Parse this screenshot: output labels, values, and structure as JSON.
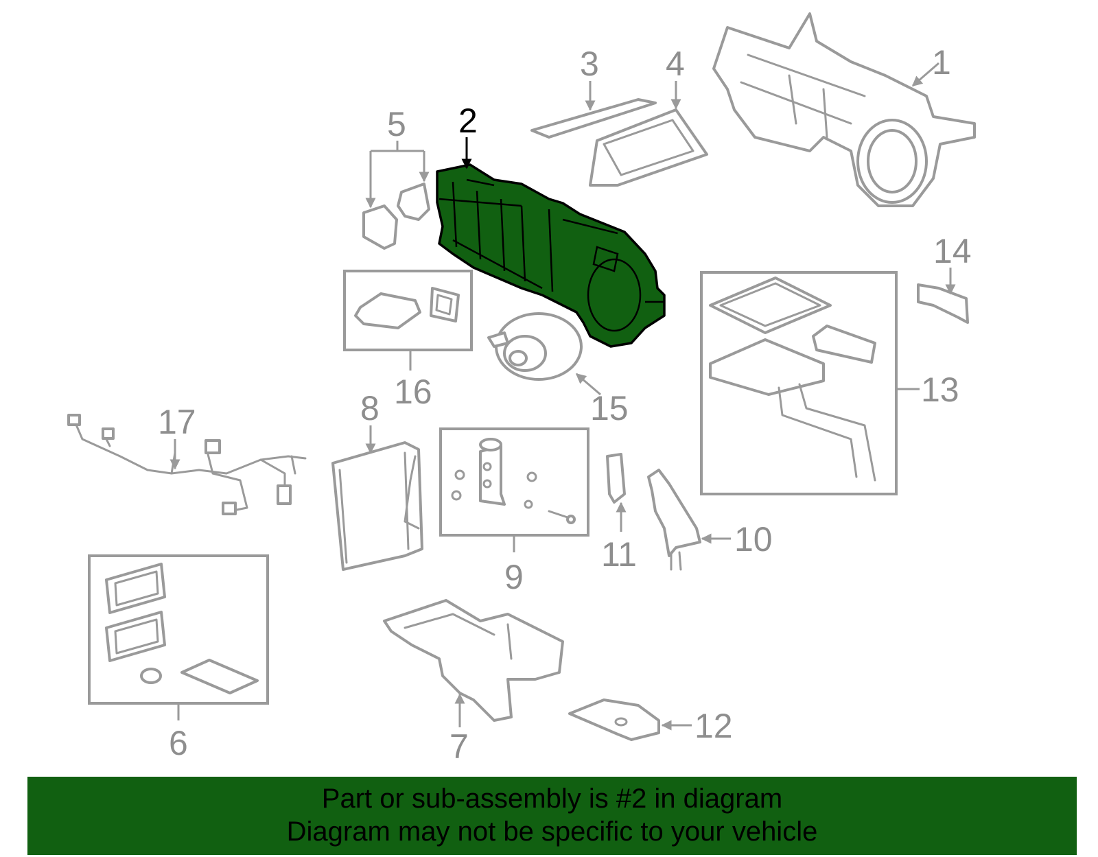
{
  "callouts": [
    "1",
    "2",
    "3",
    "4",
    "5",
    "6",
    "7",
    "8",
    "9",
    "10",
    "11",
    "12",
    "13",
    "14",
    "15",
    "16",
    "17"
  ],
  "highlighted_part": "2",
  "colors": {
    "highlight": "#116011",
    "line_art": "#9a9a9a",
    "banner": "#116011"
  },
  "banner": {
    "line1": "Part or sub-assembly is #2 in diagram",
    "line2": "Diagram may not be specific to your vehicle"
  }
}
